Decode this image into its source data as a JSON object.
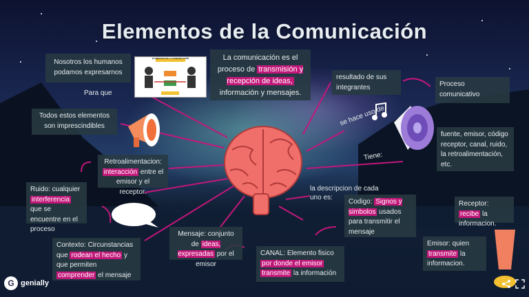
{
  "title": "Elementos de la Comunicación",
  "diagram_label": "ELEMENTOS DE LA COMUNICACIÓN",
  "center": {
    "pre": "La comunicación es el proceso de ",
    "hl1": "transmisión y recepción de ideas,",
    "post": " información y mensajes."
  },
  "left": {
    "humanos": "Nosotros los humanos podamos expresarnos",
    "para_que": "Para que",
    "imprescindibles": "Todos estos elementos son imprescindibles",
    "retro_pre": "Retroalimentacion: ",
    "retro_hl": "interacción",
    "retro_post": " entre el emisor y el receptor.",
    "ruido_pre": "Ruido: cualquier ",
    "ruido_hl": "interferencia",
    "ruido_post": " que se encuentre en el proceso",
    "contexto_pre": "Contexto: Circunstancias que ",
    "contexto_hl1": "rodean el hecho",
    "contexto_mid": " y que permiten ",
    "contexto_hl2": "comprender",
    "contexto_post": " el mensaje",
    "mensaje_pre": "Mensaje: conjunto de ",
    "mensaje_hl": "ideas, expresadas",
    "mensaje_post": " por el emisor"
  },
  "right": {
    "resultado": "resultado de sus integrantes",
    "proceso": "Proceso comunicativo",
    "hace_uso": "se hace uso de",
    "tiene": "Tiene:",
    "elementos_lista": "fuente, emisor, código receptor, canal, ruido, la retroalimentación, etc.",
    "descripcion": "la descripcion de cada uno es:",
    "codigo_pre": "Codigo: ",
    "codigo_hl": "Signos y simbolos",
    "codigo_post": " usados para transmitir el mensaje",
    "receptor_pre": "Receptor: ",
    "receptor_hl": "recibe",
    "receptor_post": " la informacion.",
    "emisor_pre": "Emisor: quien ",
    "emisor_hl": "transmite",
    "emisor_post": " la informacion.",
    "canal_pre": "CANAL: Elemento fisico ",
    "canal_hl1": "por donde el emisor",
    "canal_hl2": "transmite",
    "canal_post": " la información"
  },
  "brand": "genially",
  "colors": {
    "accent": "#c2187a",
    "box": "#28404a",
    "brain": "#f06f6a"
  }
}
